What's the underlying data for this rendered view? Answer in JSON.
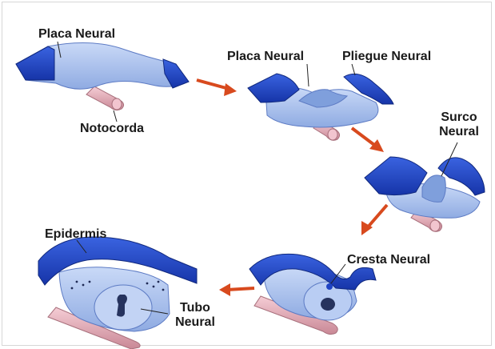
{
  "labels": {
    "placa_neural_1": "Placa Neural",
    "notocorda": "Notocorda",
    "placa_neural_2": "Placa Neural",
    "pliegue_neural": "Pliegue Neural",
    "surco_neural_line1": "Surco",
    "surco_neural_line2": "Neural",
    "cresta_neural": "Cresta Neural",
    "epidermis": "Epidermis",
    "tubo_neural_line1": "Tubo",
    "tubo_neural_line2": "Neural"
  },
  "colors": {
    "ectoderm_blue": "#1f44c4",
    "ectoderm_blue_dark": "#142d8f",
    "neural_plate": "#a9c2ef",
    "neural_plate_dark": "#7f9fdc",
    "notochord": "#e9b2bd",
    "notochord_dark": "#b97c8a",
    "arrow": "#d84a1e"
  }
}
